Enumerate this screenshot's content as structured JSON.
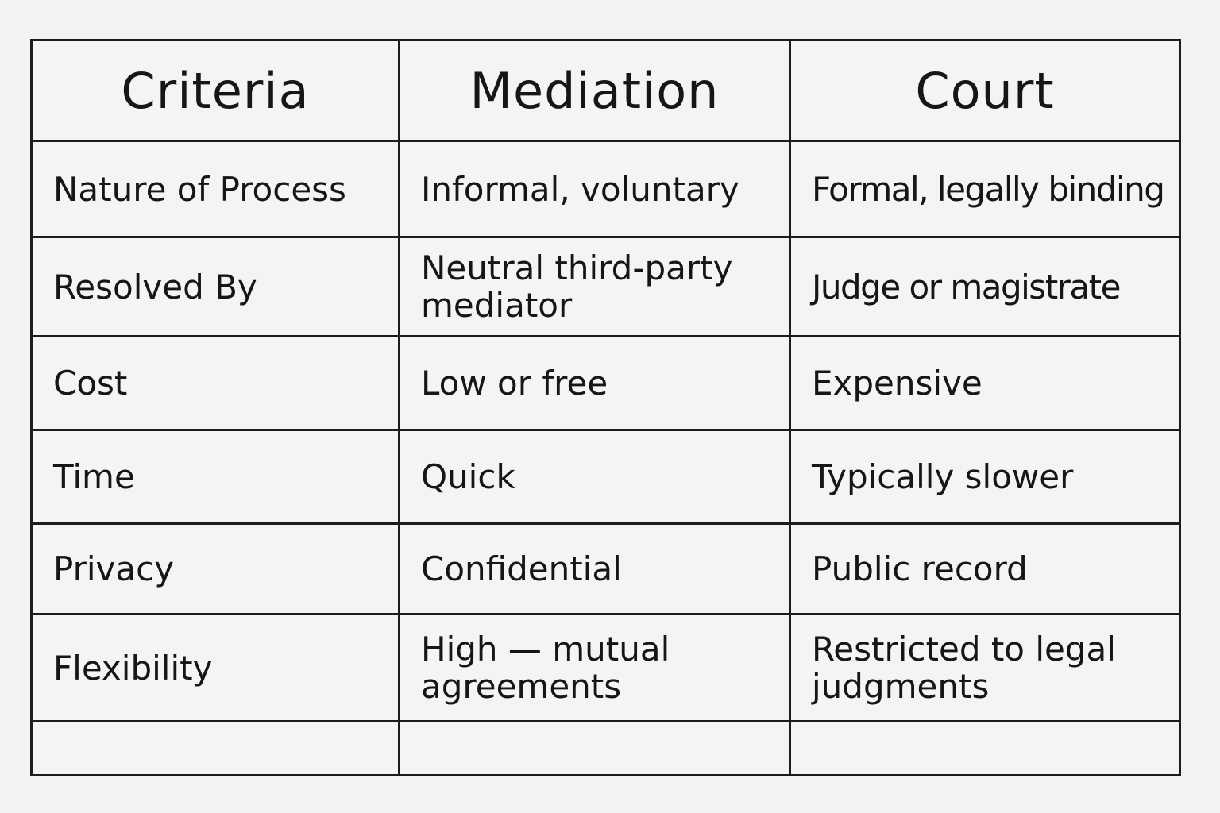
{
  "table": {
    "headers": [
      "Criteria",
      "Mediation",
      "Court"
    ],
    "rows": [
      [
        "Nature of Process",
        "Informal, voluntary",
        "Formal, legally binding"
      ],
      [
        "Resolved By",
        "Neutral third-party mediator",
        "Judge or magistrate"
      ],
      [
        "Cost",
        "Low or free",
        "Expensive"
      ],
      [
        "Time",
        "Quick",
        "Typically slower"
      ],
      [
        "Privacy",
        "Confidential",
        "Public record"
      ],
      [
        "Flexibility",
        "High — mutual agreements",
        "Restricted to legal judgments"
      ],
      [
        "",
        "",
        ""
      ]
    ]
  }
}
